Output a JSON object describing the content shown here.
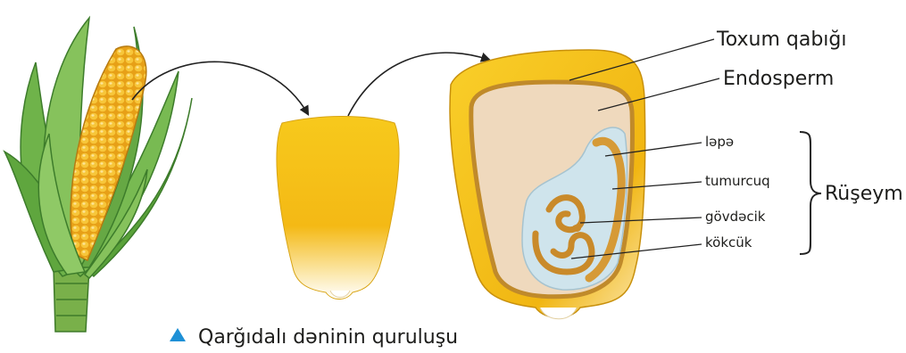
{
  "labels": {
    "seed_coat": "Toxum qabığı",
    "endosperm": "Endosperm",
    "cotyledon": "ləpə",
    "plumule": "tumurcuq",
    "stem": "gövdəcik",
    "root": "kökcük",
    "embryo": "Rüşeym"
  },
  "caption": "Qarğıdalı dəninin quruluşu",
  "colors": {
    "caption_marker": "#1e90d6",
    "husk": "#5ea83a",
    "kernel": "#f4c21a",
    "endosperm": "#efd9bd",
    "embryo": "#cfe4ec"
  }
}
